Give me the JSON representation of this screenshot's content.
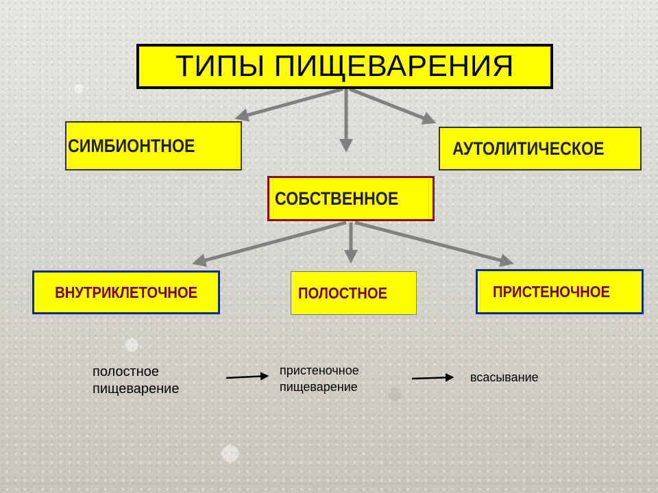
{
  "title": "ТИПЫ ПИЩЕВАРЕНИЯ",
  "types": {
    "symbiotic": "СИМБИОНТНОЕ",
    "own": "СОБСТВЕННОЕ",
    "autolytic": "АУТОЛИТИЧЕСКОЕ"
  },
  "own_subtypes": {
    "intracellular": "ВНУТРИКЛЕТОЧНОЕ",
    "cavity": "ПОЛОСТНОЕ",
    "parietal": "ПРИСТЕНОЧНОЕ"
  },
  "sequence": [
    {
      "line1": "полостное",
      "line2": "пищеварение"
    },
    {
      "line1": "пристеночное",
      "line2": "пищеварение"
    },
    {
      "line1": "всасывание"
    }
  ],
  "colors": {
    "box_fill": "#ffff00",
    "title_border": "#000000",
    "own_border": "#8b0a1e",
    "subtype_text": "#7a0019",
    "subtype_border": "#0a2d8c",
    "arrow": "#808080"
  }
}
